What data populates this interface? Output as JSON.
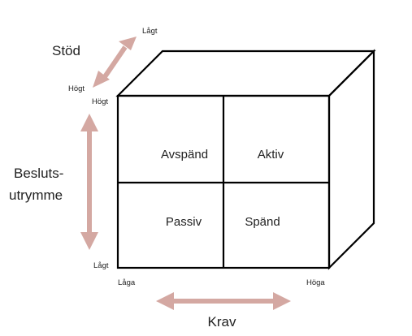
{
  "diagram": {
    "quadrants": {
      "top_left": "Avspänd",
      "top_right": "Aktiv",
      "bottom_left": "Passiv",
      "bottom_right": "Spänd"
    },
    "axes": {
      "depth": {
        "title": "Stöd",
        "far_label": "Lågt",
        "near_label": "Högt"
      },
      "vertical": {
        "title_line1": "Besluts-",
        "title_line2": "utrymme",
        "top_label": "Högt",
        "bottom_label": "Lågt"
      },
      "horizontal": {
        "title": "Krav",
        "left_label": "Låga",
        "right_label": "Höga"
      }
    },
    "colors": {
      "arrow": "#d4a8a2",
      "line": "#000000",
      "text": "#222222",
      "background": "#ffffff"
    }
  }
}
